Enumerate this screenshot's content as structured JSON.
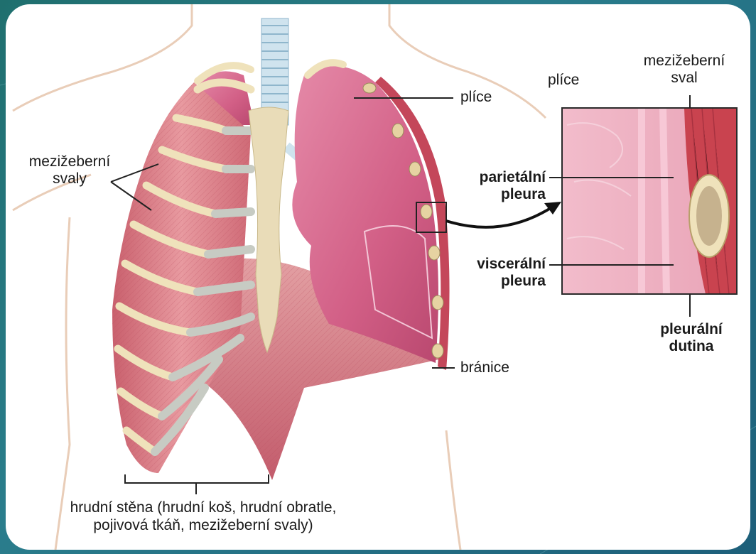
{
  "labels": {
    "mezizeberni_svaly": [
      "mezižeberní",
      "svaly"
    ],
    "plice_main": "plíce",
    "plice_inset": "plíce",
    "mezizeberni_sval": [
      "mezižeberní",
      "sval"
    ],
    "parietalni_pleura": [
      "parietální",
      "pleura"
    ],
    "visceralni_pleura": [
      "viscerální",
      "pleura"
    ],
    "pleuralni_dutina": [
      "pleurální",
      "dutina"
    ],
    "branice": "bránice",
    "hrudni_stena": [
      "hrudní stěna (hrudní koš, hrudní obratle,",
      "pojivová tkáň, mezižeberní svaly)"
    ]
  },
  "colors": {
    "background": "#1f6f6e",
    "card": "#ffffff",
    "lung": "#d9648a",
    "muscle": "#d97a86",
    "rib": "#efe2bb",
    "cartilage": "#c9ccc4",
    "label_line": "#222222"
  },
  "icons": {
    "arrow": "curved-arrow-right"
  }
}
